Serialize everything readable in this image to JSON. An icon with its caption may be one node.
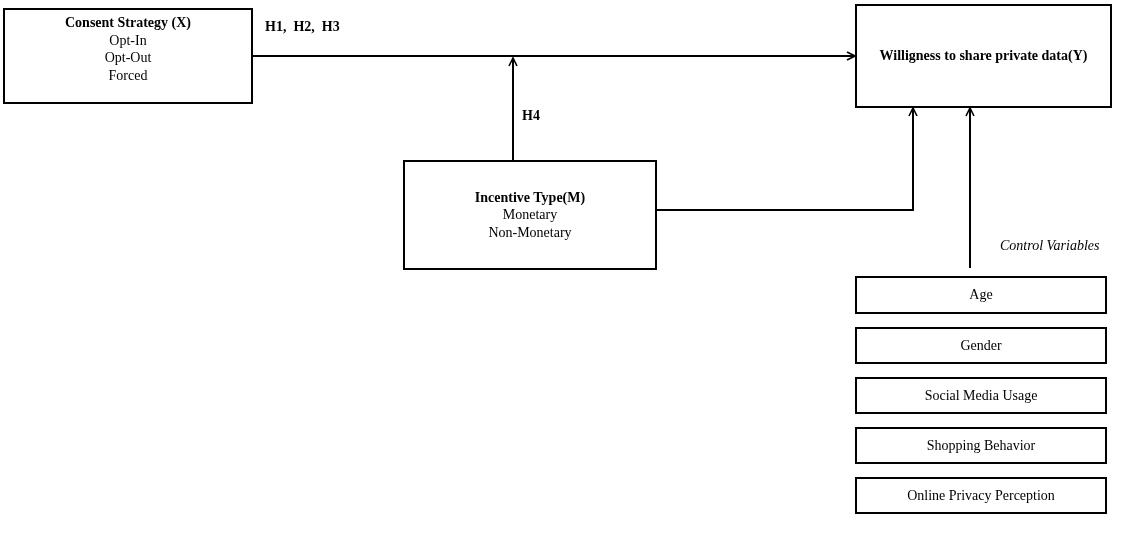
{
  "diagram": {
    "nodes": [
      {
        "text": [
          "Consent Strategy (X)",
          "Opt-In",
          "Opt-Out",
          "Forced"
        ]
      },
      {
        "text": [
          "Willigness to share private data(Y)"
        ]
      },
      {
        "text": [
          "Incentive Type(M)",
          "Monetary",
          "Non-Monetary"
        ]
      },
      {
        "text": [
          "Age"
        ]
      },
      {
        "text": [
          "Gender"
        ]
      },
      {
        "text": [
          "Social Media Usage"
        ]
      },
      {
        "text": [
          "Shopping Behavior"
        ]
      },
      {
        "text": [
          "Online Privacy Perception"
        ]
      }
    ],
    "edges": [
      {
        "from": 0,
        "to": 1,
        "arrow": "to",
        "label": "H1,  H2,  H3"
      },
      {
        "from": 2,
        "to": null,
        "arrow": "to",
        "label": "H4"
      },
      {
        "from": 2,
        "to": 1,
        "arrow": "to"
      },
      {
        "from": 3,
        "to": 1,
        "arrow": "to"
      }
    ],
    "labels": [
      "Control Variables"
    ]
  }
}
